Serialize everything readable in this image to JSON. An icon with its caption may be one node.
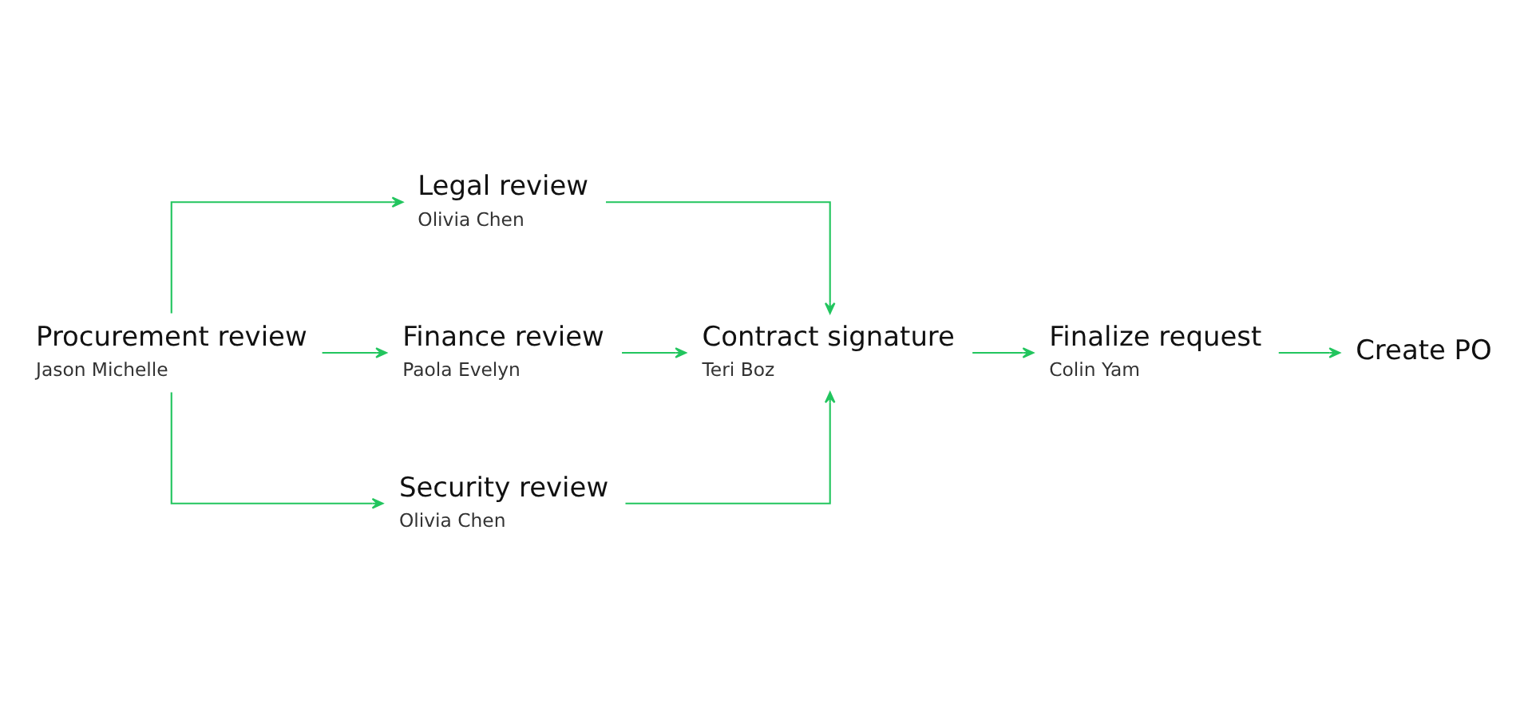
{
  "diagram": {
    "nodes": [
      {
        "text": [
          "Procurement review",
          "Jason Michelle"
        ]
      },
      {
        "text": [
          "Legal review",
          "Olivia Chen"
        ]
      },
      {
        "text": [
          "Finance review",
          "Paola Evelyn"
        ]
      },
      {
        "text": [
          "Security review",
          "Olivia Chen"
        ]
      },
      {
        "text": [
          "Contract signature",
          "Teri Boz"
        ]
      },
      {
        "text": [
          "Finalize request",
          "Colin Yam"
        ]
      },
      {
        "text": [
          "Create PO"
        ]
      }
    ],
    "edges": [
      {
        "from": 0,
        "to": 1,
        "arrow": "to"
      },
      {
        "from": 0,
        "to": 2,
        "arrow": "to"
      },
      {
        "from": 0,
        "to": 3,
        "arrow": "to"
      },
      {
        "from": 1,
        "to": 4,
        "arrow": "to"
      },
      {
        "from": 2,
        "to": 4,
        "arrow": "to"
      },
      {
        "from": 3,
        "to": 4,
        "arrow": "to"
      },
      {
        "from": 4,
        "to": 5,
        "arrow": "to"
      },
      {
        "from": 5,
        "to": 6,
        "arrow": "to"
      }
    ]
  }
}
